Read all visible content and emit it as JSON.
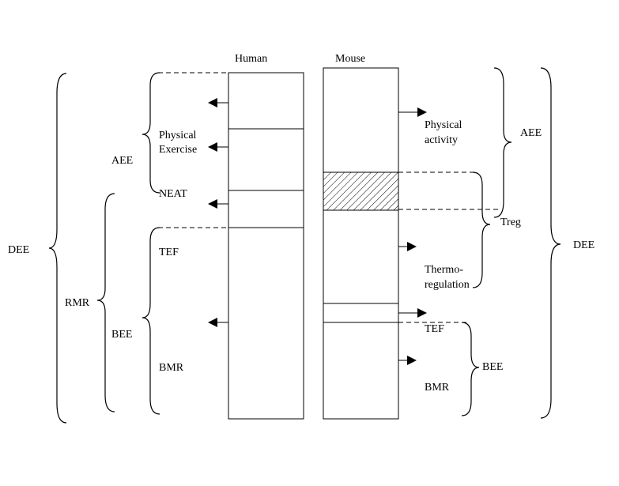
{
  "columns": {
    "human": "Human",
    "mouse": "Mouse"
  },
  "left_labels": {
    "dee": "DEE",
    "rmr": "RMR",
    "aee": "AEE",
    "bee": "BEE",
    "physical_exercise_line1": "Physical",
    "physical_exercise_line2": "Exercise",
    "neat": "NEAT",
    "tef": "TEF",
    "bmr": "BMR"
  },
  "right_labels": {
    "dee": "DEE",
    "aee": "AEE",
    "treg": "Treg",
    "bee": "BEE",
    "physical_activity_line1": "Physical",
    "physical_activity_line2": "activity",
    "thermo_line1": "Thermo-",
    "thermo_line2": "regulation",
    "tef": "TEF",
    "bmr": "BMR"
  },
  "colors": {
    "stroke": "#000000",
    "background": "#ffffff"
  }
}
